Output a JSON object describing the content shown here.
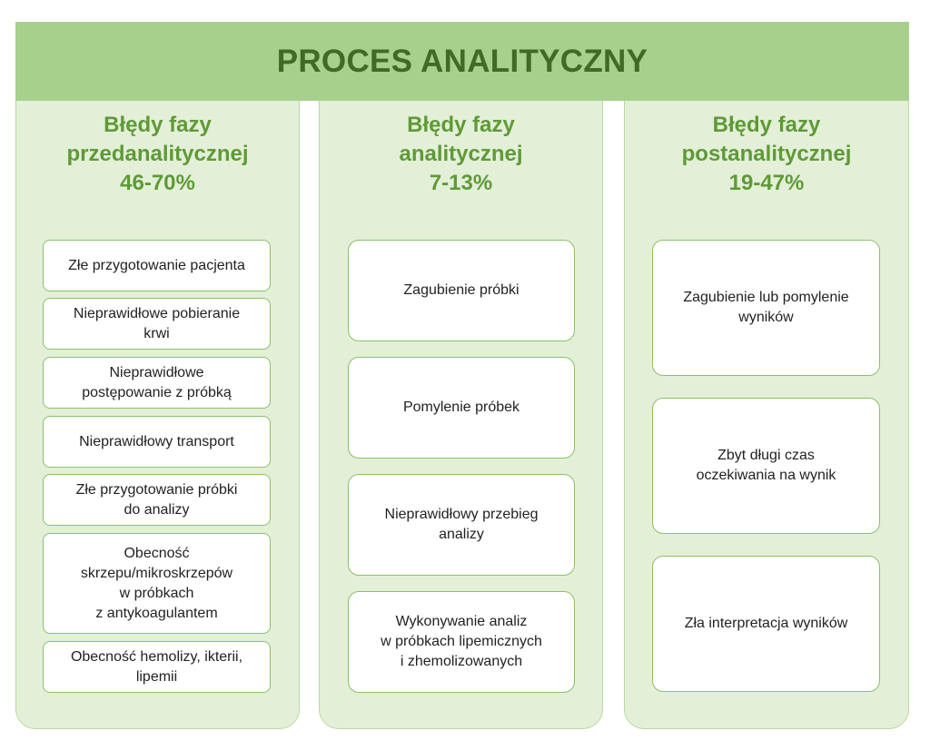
{
  "title": "PROCES ANALITYCZNY",
  "columns": [
    {
      "heading": [
        "Błędy fazy",
        "przedanalitycznej",
        "46-70%"
      ],
      "items": [
        "Złe przygotowanie pacjenta",
        "Nieprawidłowe pobieranie\nkrwi",
        "Nieprawidłowe\npostępowanie z próbką",
        "Nieprawidłowy transport",
        "Złe przygotowanie próbki\ndo analizy",
        "Obecność\nskrzepu/mikroskrzepów\nw próbkach\nz antykoagulantem",
        "Obecność hemolizy, ikterii,\nlipemii"
      ]
    },
    {
      "heading": [
        "Błędy fazy",
        "analitycznej",
        "7-13%"
      ],
      "items": [
        "Zagubienie próbki",
        "Pomylenie próbek",
        "Nieprawidłowy przebieg\nanalizy",
        "Wykonywanie analiz\nw próbkach lipemicznych\ni zhemolizowanych"
      ]
    },
    {
      "heading": [
        "Błędy fazy",
        "postanalitycznej",
        "19-47%"
      ],
      "items": [
        "Zagubienie lub pomylenie\nwyników",
        "Zbyt długi czas\noczekiwania na wynik",
        "Zła interpretacja wyników"
      ]
    }
  ]
}
